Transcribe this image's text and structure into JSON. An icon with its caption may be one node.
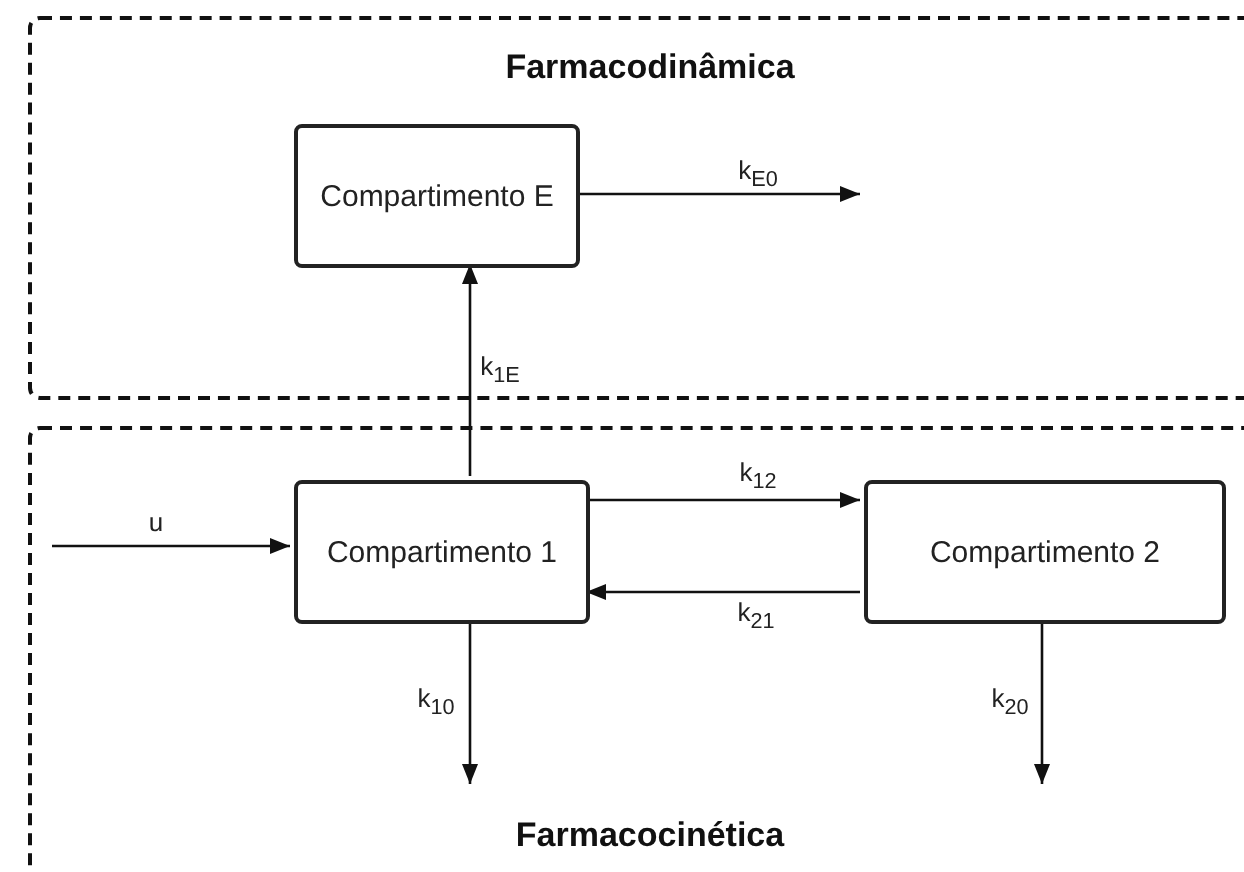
{
  "diagram": {
    "nodes": [
      {
        "text": [
          "Farmacodinâmica"
        ]
      },
      {
        "text": [
          "Compartimento E"
        ],
        "in": 0
      },
      {
        "text": [
          "Farmacocinética"
        ]
      },
      {
        "text": [
          "Compartimento 1"
        ],
        "in": 2
      },
      {
        "text": [
          "Compartimento 2"
        ],
        "in": 2
      }
    ],
    "edges": [
      {
        "from": 3,
        "to": 1,
        "arrow": "to",
        "label": "k$_{1E}$"
      },
      {
        "from": 1,
        "to": null,
        "arrow": "to",
        "label": "k$_{E0}$"
      },
      {
        "from": null,
        "to": 3,
        "arrow": "to",
        "label": "u"
      },
      {
        "from": 3,
        "to": 4,
        "arrow": "to",
        "label": "k$_{12}$"
      },
      {
        "from": 4,
        "to": 3,
        "arrow": "to",
        "label": "k$_{21}$"
      },
      {
        "from": 3,
        "to": null,
        "arrow": "to",
        "label": "k$_{10}$"
      },
      {
        "from": 4,
        "to": null,
        "arrow": "to",
        "label": "k$_{20}$"
      }
    ]
  }
}
